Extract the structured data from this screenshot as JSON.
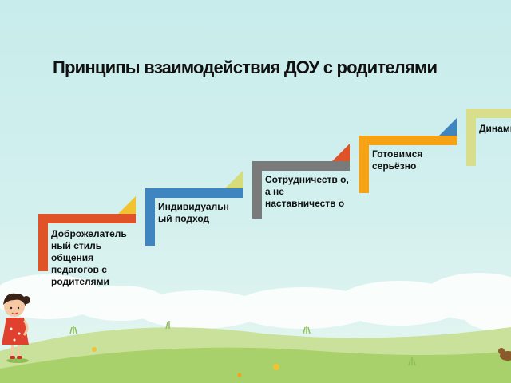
{
  "title": "Принципы взаимодействия ДОУ  с родителями",
  "steps": [
    {
      "label": "Доброжелатель ный стиль общения педагогов с родителями",
      "color": "#e05228",
      "accent": "#f2c230"
    },
    {
      "label": "Индивидуальн ый подход",
      "color": "#3f86c0",
      "accent": "#d7dc7a"
    },
    {
      "label": "Сотрудничеств о, а не наставничеств о",
      "color": "#7a7a7a",
      "accent": "#e05228"
    },
    {
      "label": "Готовимся серьёзно",
      "color": "#f5a315",
      "accent": "#3f86c0"
    },
    {
      "label": "Динамичность",
      "color": "#d8de8c",
      "accent": ""
    }
  ],
  "colors": {
    "sky": "#cdeeed",
    "hill_front": "#a8d16b",
    "hill_back": "#c9e19a",
    "cloud": "#ffffff"
  },
  "illustration": {
    "character": "girl-in-red-dress"
  }
}
